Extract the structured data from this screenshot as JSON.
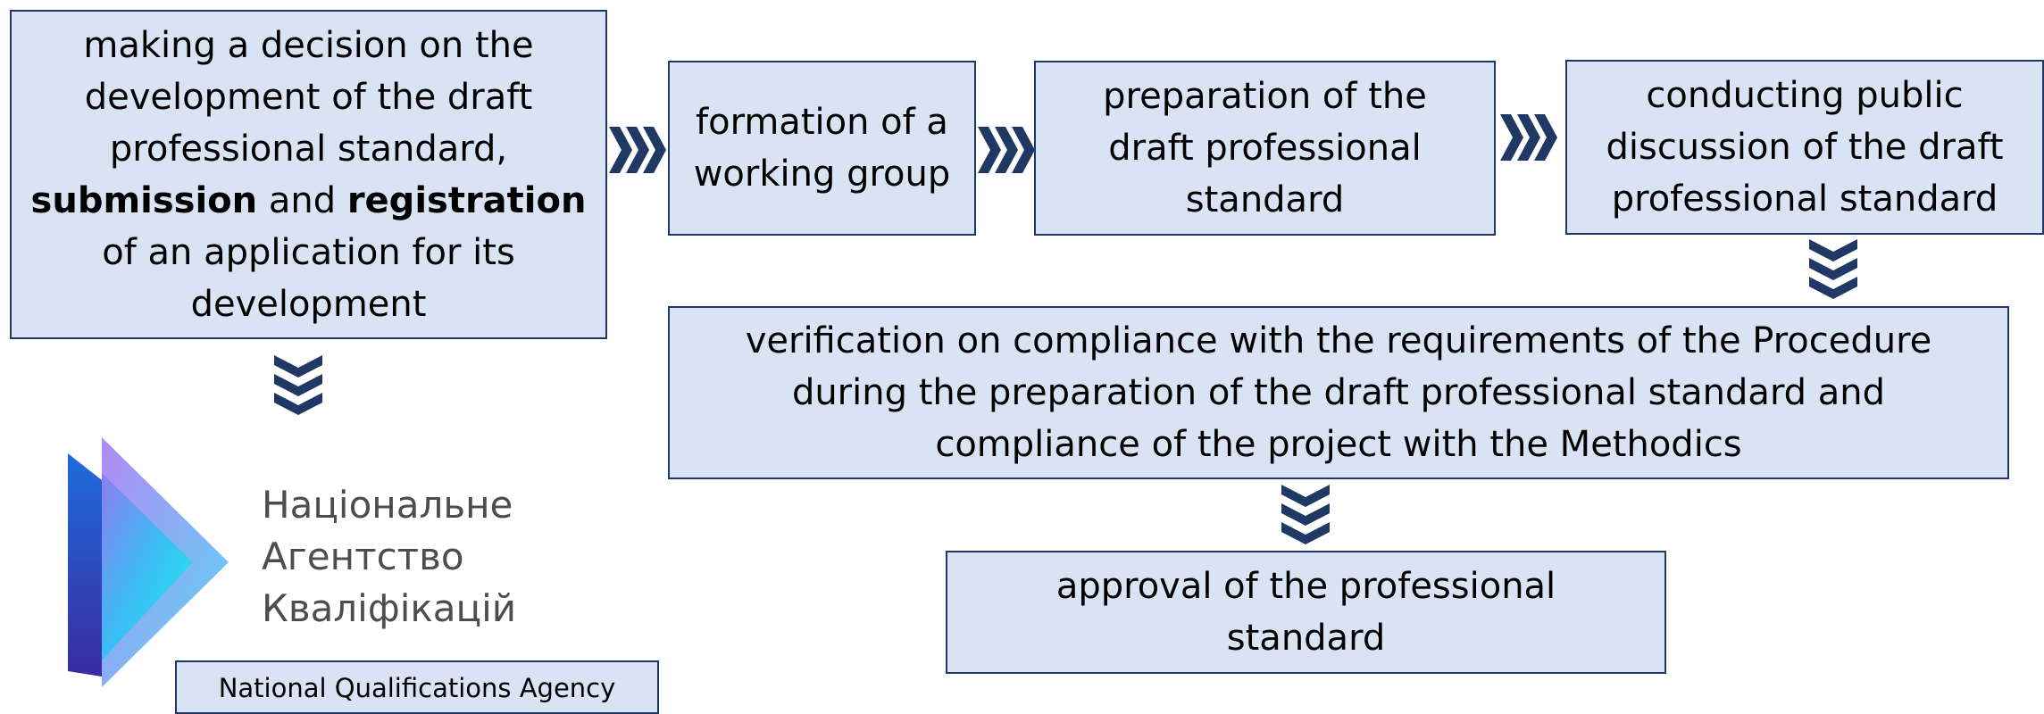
{
  "steps": {
    "decision": {
      "pre": "making a decision on the development of the draft professional standard,",
      "bold1": "submission",
      "mid": "and",
      "bold2": "registration",
      "post": "of an application for its development"
    },
    "working_group": "formation of a working group",
    "preparation": "preparation of the draft professional standard",
    "public_discussion": "conducting public discussion of the draft professional standard",
    "verification": "verification on compliance with the requirements of the Procedure during the preparation of the draft professional standard and compliance of the project with the Methodics",
    "approval": "approval of the professional standard"
  },
  "logo": {
    "line1": "Національне",
    "line2": "Агентство",
    "line3": "Кваліфікацій",
    "caption": "National Qualifications Agency"
  },
  "colors": {
    "box_fill": "#dae3f3",
    "box_border": "#1f3864",
    "arrow": "#203864",
    "logo_text": "#4d4d4d"
  },
  "icons": {
    "right_arrow": "triple-chevron-right-icon",
    "down_arrow": "triple-chevron-down-icon",
    "logo_mark": "nqa-logo-triangles-icon"
  }
}
